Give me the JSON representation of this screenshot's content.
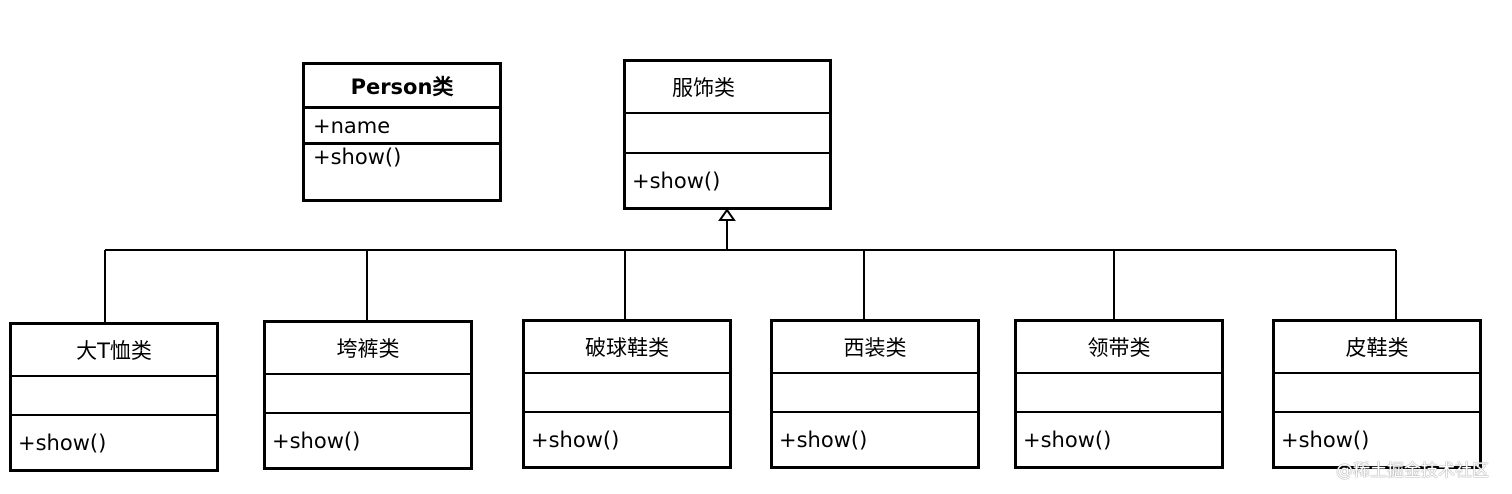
{
  "person": {
    "name": "Person类",
    "attribute": "+name",
    "operation": "+show()"
  },
  "clothing": {
    "name": "服饰类",
    "attribute": "",
    "operation": "+show()"
  },
  "subclasses": [
    {
      "name": "大T恤类",
      "operation": "+show()"
    },
    {
      "name": "垮裤类",
      "operation": "+show()"
    },
    {
      "name": "破球鞋类",
      "operation": "+show()"
    },
    {
      "name": "西装类",
      "operation": "+show()"
    },
    {
      "name": "领带类",
      "operation": "+show()"
    },
    {
      "name": "皮鞋类",
      "operation": "+show()"
    }
  ],
  "watermark": "@稀土掘金技术社区"
}
